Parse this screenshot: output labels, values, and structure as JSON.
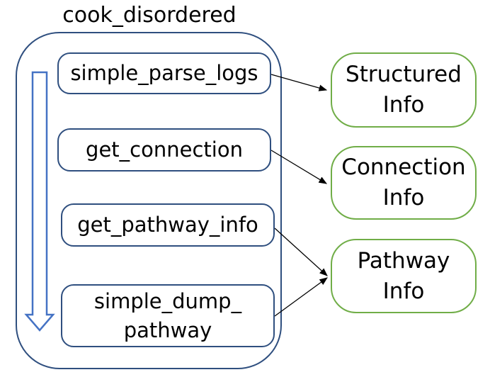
{
  "title": "cook_disordered",
  "functions": [
    {
      "label": "simple_parse_logs"
    },
    {
      "label": "get_connection"
    },
    {
      "label": "get_pathway_info"
    },
    {
      "label": "simple_dump_\npathway"
    }
  ],
  "outputs": [
    {
      "label": "Structured\nInfo"
    },
    {
      "label": "Connection\nInfo"
    },
    {
      "label": "Pathway\nInfo"
    }
  ],
  "colors": {
    "process_border": "#2f4f7f",
    "output_border": "#70ad47"
  }
}
